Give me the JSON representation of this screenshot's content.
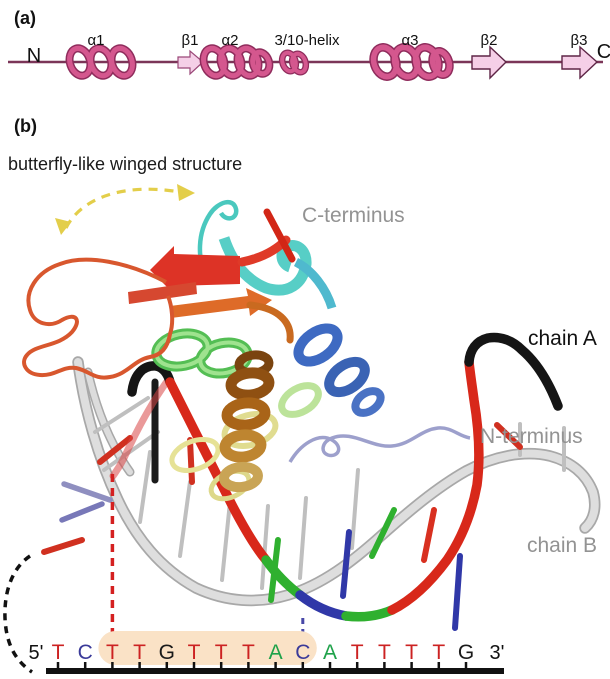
{
  "figure": {
    "panel_a": {
      "label": "(a)",
      "n_terminal": "N",
      "c_terminal": "C",
      "secondary_structure": [
        {
          "name": "alpha1",
          "label": "α1",
          "type": "helix"
        },
        {
          "name": "beta1",
          "label": "β1",
          "type": "strand"
        },
        {
          "name": "alpha2",
          "label": "α2",
          "type": "helix"
        },
        {
          "name": "helix310",
          "label": "3/10-helix",
          "type": "helix"
        },
        {
          "name": "alpha3",
          "label": "α3",
          "type": "helix"
        },
        {
          "name": "beta2",
          "label": "β2",
          "type": "strand"
        },
        {
          "name": "beta3",
          "label": "β3",
          "type": "strand"
        }
      ],
      "helix_color": "#D4578E",
      "helix_shadow": "#8F2C5C",
      "strand_fill": "#F5CFE7",
      "backbone_color": "#7B3558"
    },
    "panel_b": {
      "label": "(b)",
      "caption": "butterfly-like winged structure",
      "annotations": {
        "c_terminus": "C-terminus",
        "chain_a": "chain A",
        "n_terminus": "N-terminus",
        "chain_b": "chain B"
      }
    },
    "dna_sequence": {
      "five_prime_label": "5'",
      "three_prime_label": "3'",
      "sequence": "TCTTGTTTACATTTTG",
      "bases": [
        {
          "letter": "T",
          "color": "#CC2222"
        },
        {
          "letter": "C",
          "color": "#3A3A99"
        },
        {
          "letter": "T",
          "color": "#CC2222"
        },
        {
          "letter": "T",
          "color": "#CC2222"
        },
        {
          "letter": "G",
          "color": "#1A1A1A"
        },
        {
          "letter": "T",
          "color": "#CC2222"
        },
        {
          "letter": "T",
          "color": "#CC2222"
        },
        {
          "letter": "T",
          "color": "#CC2222"
        },
        {
          "letter": "A",
          "color": "#1FA24A"
        },
        {
          "letter": "C",
          "color": "#3A3A99"
        },
        {
          "letter": "A",
          "color": "#1FA24A"
        },
        {
          "letter": "T",
          "color": "#CC2222"
        },
        {
          "letter": "T",
          "color": "#CC2222"
        },
        {
          "letter": "T",
          "color": "#CC2222"
        },
        {
          "letter": "T",
          "color": "#CC2222"
        },
        {
          "letter": "G",
          "color": "#1A1A1A"
        }
      ],
      "highlight": {
        "start_index": 2,
        "end_index": 9,
        "color": "#FAE2C6"
      },
      "guides": {
        "red_dashed_base_index": 2,
        "blue_dashed_base_index": 9,
        "red": "#D42020",
        "blue": "#4848A8"
      }
    }
  }
}
